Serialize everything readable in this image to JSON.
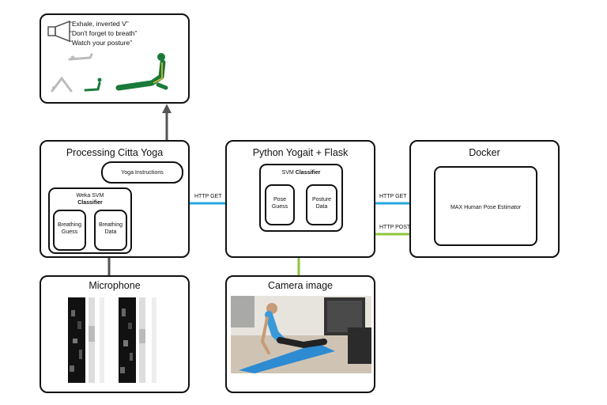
{
  "feedback": {
    "lines": [
      "“Exhale, inverted V”",
      "“Don't forget to breath”",
      "“Watch your posture”"
    ]
  },
  "processing": {
    "title": "Processing Citta Yoga",
    "yoga_instructions": "Yoga Instructions",
    "weka_title": "Weka SVM",
    "weka_subtitle": "Classifier",
    "breathing_guess": "Breathing Guess",
    "breathing_data": "Breathing Data"
  },
  "python": {
    "title": "Python Yogait + Flask",
    "svm_title": "SVM",
    "svm_subtitle": "Classifier",
    "pose_guess": "Pose Guess",
    "posture_data": "Posture Data"
  },
  "docker": {
    "title": "Docker",
    "estimator": "MAX Human Pose Estimator"
  },
  "microphone": {
    "title": "Microphone"
  },
  "camera": {
    "title": "Camera image"
  },
  "connections": {
    "http_get_left": "HTTP GET",
    "http_get_right": "HTTP GET",
    "http_post": "HTTP POST"
  },
  "colors": {
    "blue": "#29a8e0",
    "green": "#8cc63f",
    "gray": "#555555"
  }
}
